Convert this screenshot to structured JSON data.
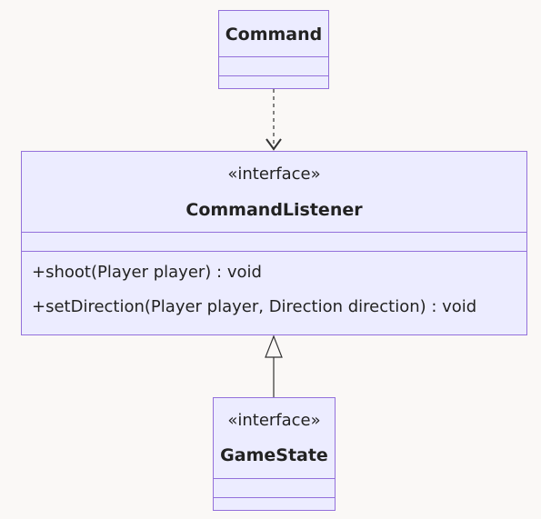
{
  "diagram": {
    "colors": {
      "background": "#faf8f6",
      "class_fill": "#ececff",
      "class_border": "#9370db",
      "edge": "#333333",
      "text": "#222222"
    },
    "classes": {
      "command": {
        "name": "Command",
        "stereotype": "",
        "attributes": [],
        "methods": []
      },
      "command_listener": {
        "name": "CommandListener",
        "stereotype": "«interface»",
        "attributes": [],
        "methods": [
          "+shoot(Player player) : void",
          "+setDirection(Player player, Direction direction) : void"
        ]
      },
      "game_state": {
        "name": "GameState",
        "stereotype": "«interface»",
        "attributes": [],
        "methods": []
      }
    },
    "relations": [
      {
        "from": "Command",
        "to": "CommandListener",
        "type": "dependency"
      },
      {
        "from": "GameState",
        "to": "CommandListener",
        "type": "realization"
      }
    ]
  }
}
